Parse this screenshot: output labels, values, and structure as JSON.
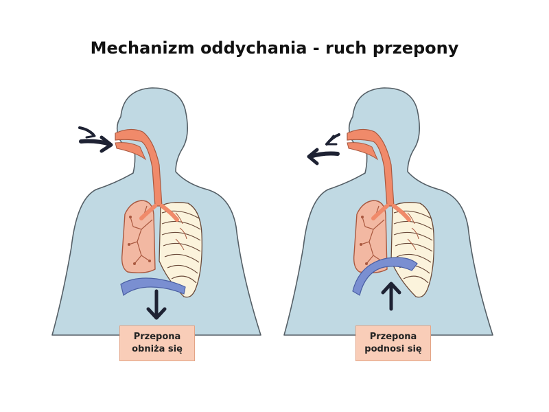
{
  "title": "Mechanizm oddychania - ruch przepony",
  "panels": [
    {
      "phase": "inhale",
      "label_line1": "Przepona",
      "label_line2": "obniża się"
    },
    {
      "phase": "exhale",
      "label_line1": "Przepona",
      "label_line2": "podnosi się"
    }
  ],
  "colors": {
    "body": "#c0d9e3",
    "outline": "#555f66",
    "airway": "#f08a6a",
    "lung": "#f2b8a2",
    "ribs": "#fbf3dc",
    "diaphragm": "#7a8fd1",
    "arrow": "#1e2233",
    "label_box": "#f9cdb8"
  }
}
